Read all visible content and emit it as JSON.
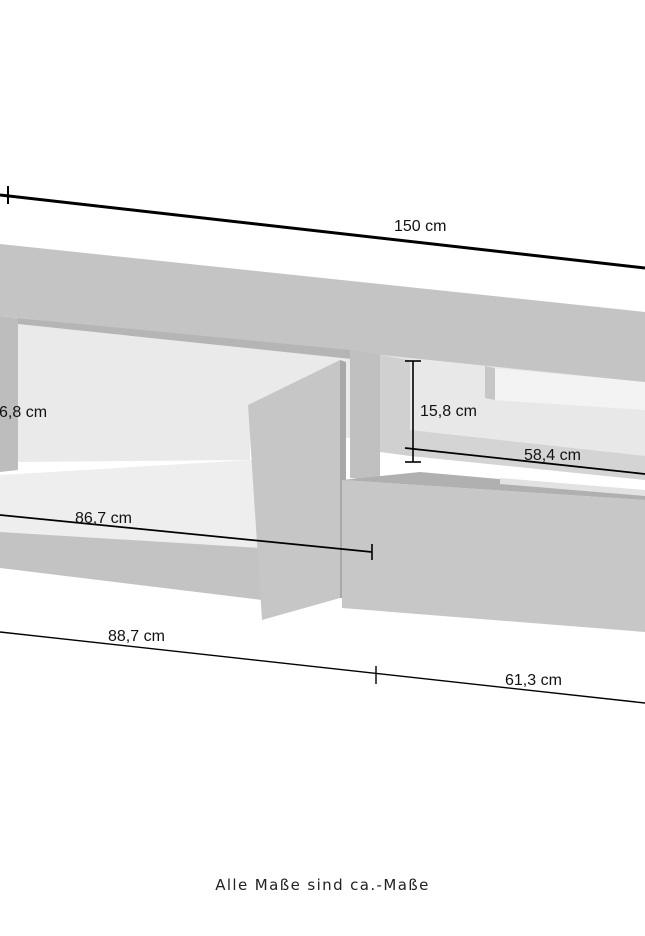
{
  "dimensions": {
    "overall_width": "150 cm",
    "height_left": "6,8 cm",
    "height_right_shelf": "15,8 cm",
    "depth_right_shelf": "58,4 cm",
    "inner_width_left": "86,7 cm",
    "width_left_section": "88,7 cm",
    "width_right_section": "61,3 cm"
  },
  "footer": {
    "note": "Alle Maße sind ca.-Maße"
  },
  "colors": {
    "panel": "#c8c8c8",
    "panel_dark": "#b8b8b8",
    "interior": "#ececec",
    "interior_dark": "#dcdcdc",
    "line": "#000000"
  }
}
